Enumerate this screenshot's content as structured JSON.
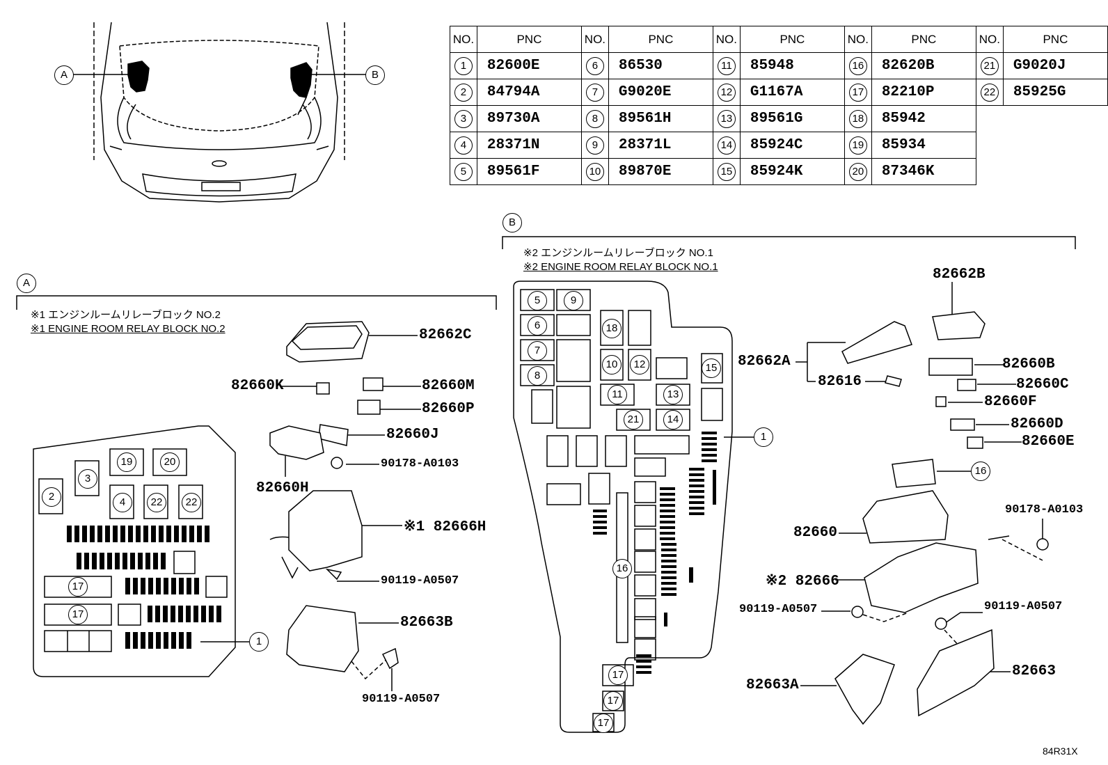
{
  "table": {
    "header_no": "NO.",
    "header_pnc": "PNC",
    "columns": [
      [
        {
          "no": "1",
          "pnc": "82600E"
        },
        {
          "no": "2",
          "pnc": "84794A"
        },
        {
          "no": "3",
          "pnc": "89730A"
        },
        {
          "no": "4",
          "pnc": "28371N"
        },
        {
          "no": "5",
          "pnc": "89561F"
        }
      ],
      [
        {
          "no": "6",
          "pnc": "86530"
        },
        {
          "no": "7",
          "pnc": "G9020E"
        },
        {
          "no": "8",
          "pnc": "89561H"
        },
        {
          "no": "9",
          "pnc": "28371L"
        },
        {
          "no": "10",
          "pnc": "89870E"
        }
      ],
      [
        {
          "no": "11",
          "pnc": "85948"
        },
        {
          "no": "12",
          "pnc": "G1167A"
        },
        {
          "no": "13",
          "pnc": "89561G"
        },
        {
          "no": "14",
          "pnc": "85924C"
        },
        {
          "no": "15",
          "pnc": "85924K"
        }
      ],
      [
        {
          "no": "16",
          "pnc": "82620B"
        },
        {
          "no": "17",
          "pnc": "82210P"
        },
        {
          "no": "18",
          "pnc": "85942"
        },
        {
          "no": "19",
          "pnc": "85934"
        },
        {
          "no": "20",
          "pnc": "87346K"
        }
      ],
      [
        {
          "no": "21",
          "pnc": "G9020J"
        },
        {
          "no": "22",
          "pnc": "85925G"
        }
      ]
    ]
  },
  "car_view": {
    "callout_a": "A",
    "callout_b": "B"
  },
  "section_a": {
    "callout": "A",
    "note_jp": "※1 エンジンルームリレーブロック NO.2",
    "note_en": "※1 ENGINE ROOM RELAY BLOCK NO.2",
    "parts": {
      "p82662C": "82662C",
      "p82660K": "82660K",
      "p82660M": "82660M",
      "p82660P": "82660P",
      "p82660J": "82660J",
      "p90178": "90178-A0103",
      "p82660H": "82660H",
      "p82666H": "※1 82666H",
      "p90119a": "90119-A0507",
      "p82663B": "82663B",
      "p90119b": "90119-A0507"
    },
    "callout_1": "1",
    "slots": {
      "s2": "2",
      "s3": "3",
      "s4": "4",
      "s19": "19",
      "s20": "20",
      "s22a": "22",
      "s22b": "22",
      "s17a": "17",
      "s17b": "17"
    }
  },
  "section_b": {
    "callout": "B",
    "note_jp": "※2 エンジンルームリレーブロック NO.1",
    "note_en": "※2 ENGINE ROOM RELAY BLOCK NO.1",
    "parts": {
      "p82662B": "82662B",
      "p82662A": "82662A",
      "p82660B": "82660B",
      "p82616": "82616",
      "p82660C": "82660C",
      "p82660F": "82660F",
      "p82660D": "82660D",
      "p82660E": "82660E",
      "p90178": "90178-A0103",
      "p82660": "82660",
      "p82666": "※2 82666",
      "p90119a": "90119-A0507",
      "p90119b": "90119-A0507",
      "p82663A": "82663A",
      "p82663": "82663"
    },
    "callout_1": "1",
    "callout_16": "16",
    "slots": {
      "s5": "5",
      "s9": "9",
      "s6": "6",
      "s7": "7",
      "s8": "8",
      "s18": "18",
      "s10": "10",
      "s12": "12",
      "s15": "15",
      "s11": "11",
      "s13": "13",
      "s21": "21",
      "s14": "14",
      "s16": "16",
      "s17a": "17",
      "s17b": "17",
      "s17c": "17"
    }
  },
  "diagram_code": "84R31X"
}
